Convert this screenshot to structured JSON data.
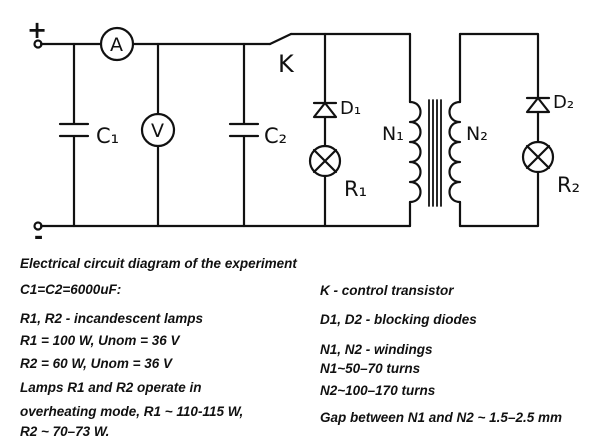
{
  "diagram": {
    "terminals": {
      "plus": "+",
      "minus": "-"
    },
    "labels": {
      "ammeter": "A",
      "voltmeter": "V",
      "c1": "C₁",
      "c2": "C₂",
      "switch": "K",
      "d1": "D₁",
      "d2": "D₂",
      "n1": "N₁",
      "n2": "N₂",
      "r1": "R₁",
      "r2": "R₂"
    }
  },
  "notes": {
    "title": "Electrical circuit diagram of the experiment",
    "left": [
      "C1=C2=6000uF:",
      "R1, R2 - incandescent lamps",
      "R1 = 100 W, Unom = 36 V",
      "R2 = 60 W, Unom = 36 V",
      "Lamps R1 and R2 operate in",
      "overheating mode, R1 ~ 110-115 W,",
      "R2 ~ 70–73 W."
    ],
    "right": [
      "K - control transistor",
      "D1, D2 - blocking diodes",
      "N1, N2 - windings",
      "N1~50–70 turns",
      "N2~100–170 turns",
      "Gap between N1 and N2 ~ 1.5–2.5 mm"
    ]
  }
}
